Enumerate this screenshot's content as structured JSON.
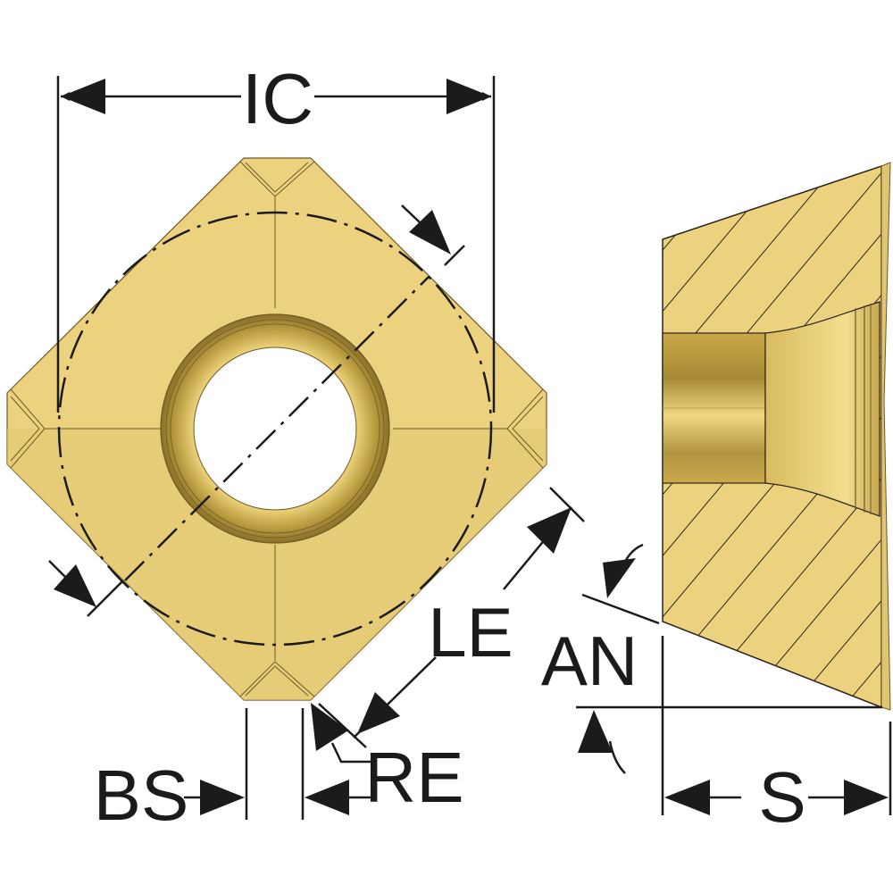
{
  "diagram": {
    "subject": "Square milling insert with center hole — top view and side cross-section",
    "views": [
      {
        "name": "top-view",
        "description": "Square insert rotated 45°, chamfered corners, central screw hole, inscribed dash-dot circle"
      },
      {
        "name": "side-section-view",
        "description": "Hatched cross-section showing hole with counterbore and clearance angle"
      }
    ],
    "labels": {
      "ic": "IC",
      "le": "LE",
      "bs": "BS",
      "re": "RE",
      "an": "AN",
      "s": "S"
    },
    "colors": {
      "insert_fill": "#ecd27e",
      "insert_shade": "#e2c66f",
      "edge": "#6d5a2a",
      "hole_ring_dark": "#9c7f2e",
      "hole_ring_light": "#f2dc8a",
      "line": "#1b1b1b",
      "background": "#ffffff"
    }
  }
}
